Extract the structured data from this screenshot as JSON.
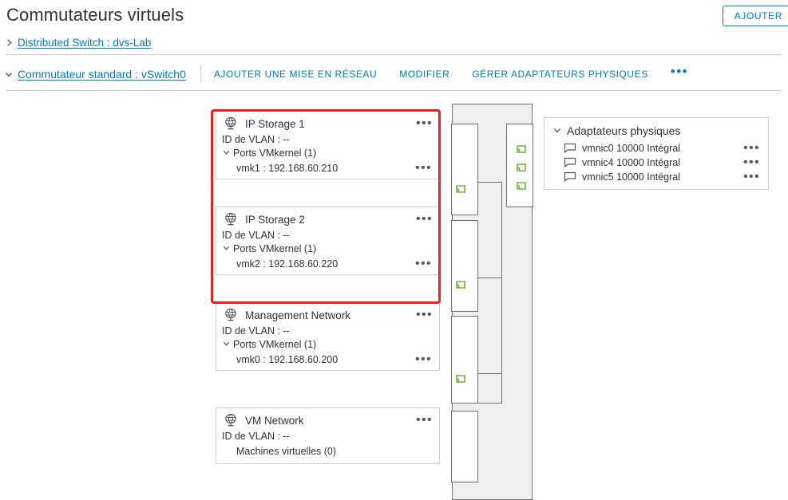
{
  "header": {
    "title": "Commutateurs virtuels",
    "add_button": "AJOUTER"
  },
  "accordions": [
    {
      "id": "dvs",
      "expanded": false,
      "chevron": "chevron-right-icon",
      "link": "Distributed Switch : dvs-Lab"
    },
    {
      "id": "vss",
      "expanded": true,
      "chevron": "chevron-down-icon",
      "link": "Commutateur standard : vSwitch0",
      "actions": [
        "AJOUTER UNE MISE EN RÉSEAU",
        "MODIFIER",
        "GÉRER ADAPTATEURS PHYSIQUES"
      ],
      "overflow": "•••"
    }
  ],
  "port_groups": [
    {
      "name": "IP Storage 1",
      "icon": "port-group-icon",
      "vlan_label": "ID de VLAN : --",
      "vmkernel_label": "Ports VMkernel (1)",
      "vmkernel_expanded": true,
      "vmk": "vmk1 : 192.168.60.210",
      "overflow": "•••",
      "highlighted": true
    },
    {
      "name": "IP Storage 2",
      "icon": "port-group-icon",
      "vlan_label": "ID de VLAN : --",
      "vmkernel_label": "Ports VMkernel (1)",
      "vmkernel_expanded": true,
      "vmk": "vmk2 : 192.168.60.220",
      "overflow": "•••",
      "highlighted": true
    },
    {
      "name": "Management Network",
      "icon": "port-group-icon",
      "vlan_label": "ID de VLAN : --",
      "vmkernel_label": "Ports VMkernel (1)",
      "vmkernel_expanded": true,
      "vmk": "vmk0 : 192.168.60.200",
      "overflow": "•••",
      "highlighted": false
    },
    {
      "name": "VM Network",
      "icon": "port-group-icon",
      "vlan_label": "ID de VLAN : --",
      "vm_label": "Machines virtuelles (0)",
      "overflow": "•••",
      "highlighted": false
    }
  ],
  "physical_adapters": {
    "title": "Adaptateurs physiques",
    "chevron": "chevron-down-icon",
    "expanded": true,
    "rows": [
      {
        "name": "vmnic0 10000 Intégral",
        "icon": "nic-icon",
        "overflow": "•••"
      },
      {
        "name": "vmnic4 10000 Intégral",
        "icon": "nic-icon",
        "overflow": "•••"
      },
      {
        "name": "vmnic5 10000 Intégral",
        "icon": "nic-icon",
        "overflow": "•••"
      }
    ]
  },
  "colors": {
    "link": "#0079b8",
    "text": "#313131",
    "border": "#cfcfcf",
    "highlight": "#f02020",
    "port_green": "#6cb33f",
    "switch_fill": "#efefef",
    "switch_stroke": "#707070"
  }
}
